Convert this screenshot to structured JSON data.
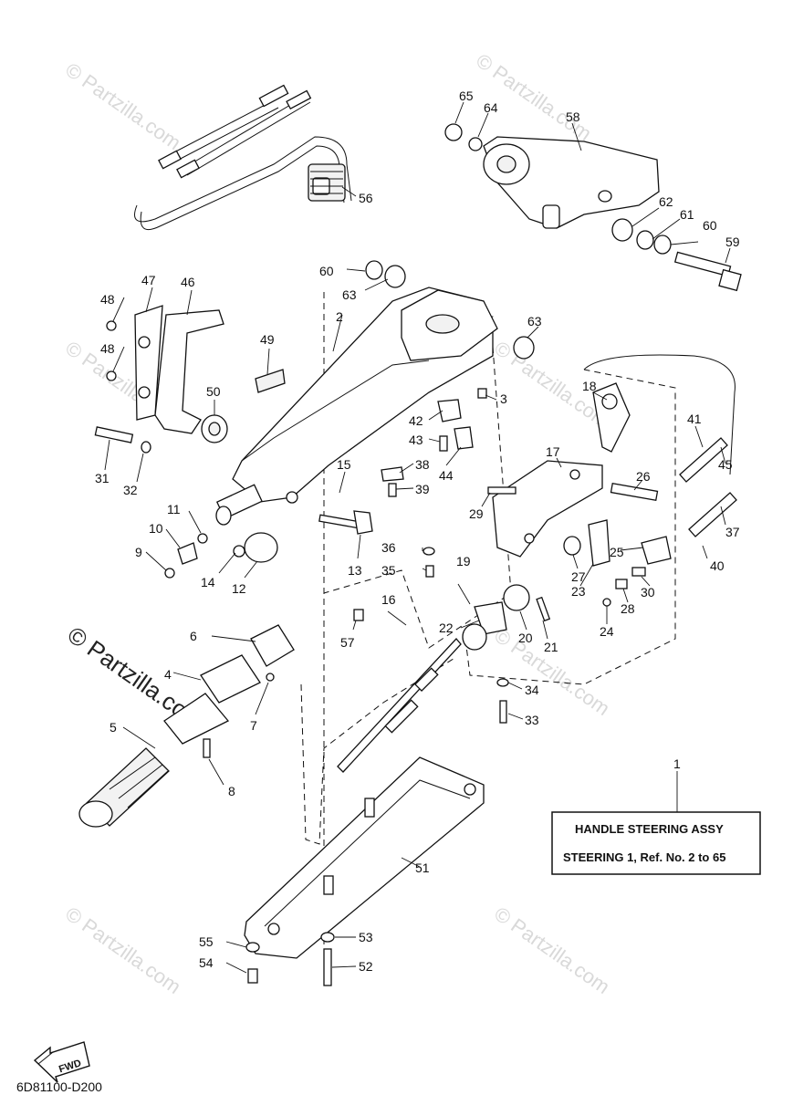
{
  "watermark": {
    "brand": "© Partzilla.com"
  },
  "assembly_box": {
    "ref": "1",
    "line1": "HANDLE STEERING ASSY",
    "line2": "STEERING 1, Ref. No. 2 to 65"
  },
  "fwd_label": "FWD",
  "diagram_code": "6D81100-D200",
  "callouts": [
    "2",
    "3",
    "4",
    "5",
    "6",
    "7",
    "8",
    "9",
    "10",
    "11",
    "12",
    "13",
    "14",
    "15",
    "16",
    "17",
    "18",
    "19",
    "20",
    "21",
    "22",
    "23",
    "24",
    "25",
    "26",
    "27",
    "28",
    "29",
    "30",
    "31",
    "32",
    "33",
    "34",
    "35",
    "36",
    "37",
    "38",
    "39",
    "40",
    "41",
    "42",
    "43",
    "44",
    "45",
    "46",
    "47",
    "48",
    "48",
    "49",
    "50",
    "51",
    "52",
    "53",
    "54",
    "55",
    "56",
    "57",
    "58",
    "59",
    "60",
    "60",
    "61",
    "62",
    "63",
    "63",
    "64",
    "65"
  ]
}
